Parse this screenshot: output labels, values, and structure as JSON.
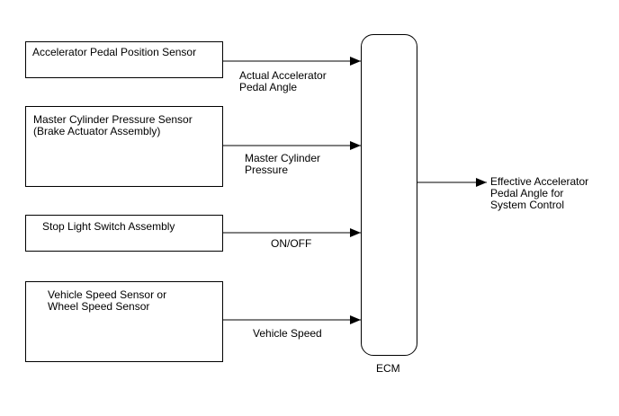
{
  "sensors": [
    {
      "label": "Accelerator Pedal Position Sensor",
      "signal": "Actual Accelerator\nPedal Angle"
    },
    {
      "label": "Master Cylinder Pressure Sensor\n(Brake Actuator Assembly)",
      "signal": "Master Cylinder\nPressure"
    },
    {
      "label": "Stop Light Switch Assembly",
      "signal": "ON/OFF"
    },
    {
      "label": "Vehicle Speed Sensor or\nWheel Speed Sensor",
      "signal": "Vehicle Speed"
    }
  ],
  "ecm": {
    "label": "ECM"
  },
  "output": {
    "label": "Effective Accelerator\nPedal Angle for\nSystem Control"
  },
  "colors": {
    "line": "#000000",
    "background": "#ffffff"
  }
}
